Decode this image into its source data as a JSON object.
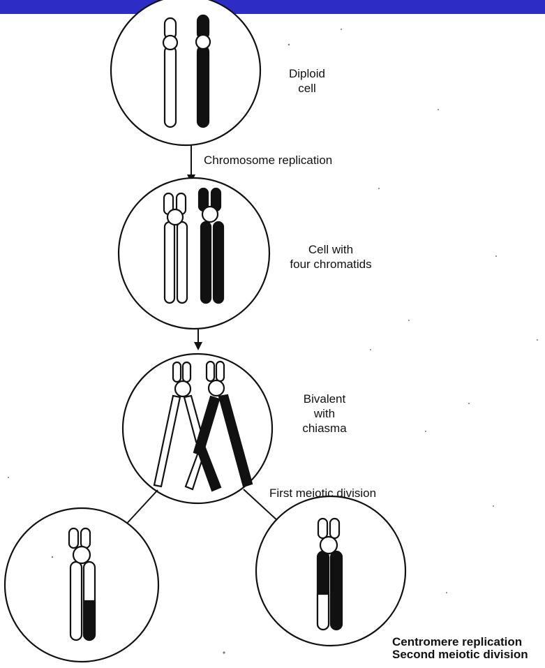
{
  "colors": {
    "top_bar": "#2d2dc6",
    "ink": "#111111",
    "background": "#ffffff"
  },
  "labels": {
    "diploid_line1": "Diploid",
    "diploid_line2": "cell",
    "replication": "Chromosome replication",
    "four_chromatids_line1": "Cell with",
    "four_chromatids_line2": "four chromatids",
    "bivalent_line1": "Bivalent",
    "bivalent_line2": "with",
    "bivalent_line3": "chiasma",
    "first_division": "First meiotic division",
    "centromere_replication": "Centromere replication",
    "second_division": "Second meiotic division"
  }
}
